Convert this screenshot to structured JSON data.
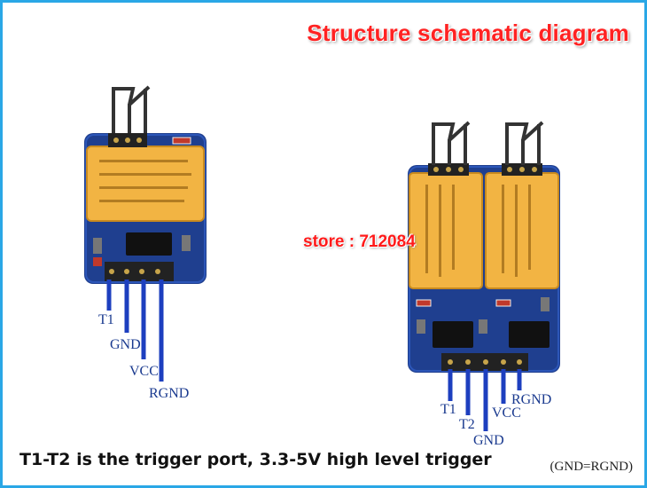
{
  "title": "Structure schematic diagram",
  "store": "store : 712084",
  "note": "T1-T2 is the trigger port, 3.3-5V high level trigger",
  "footnote": "(GND=RGND)",
  "single_module": {
    "pins": [
      "T1",
      "GND",
      "VCC",
      "RGND"
    ]
  },
  "dual_module": {
    "pins": [
      "T1",
      "T2",
      "GND",
      "VCC",
      "RGND"
    ]
  },
  "colors": {
    "frame": "#2aa7e6",
    "title": "#ff2222",
    "pcb": "#1f3f8f",
    "relay": "#f2b443",
    "wire": "#1d3fbf"
  }
}
